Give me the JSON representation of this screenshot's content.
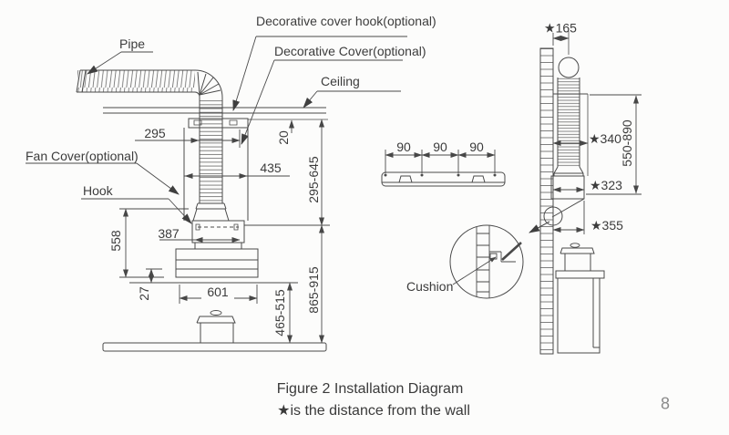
{
  "figure": {
    "caption_line1": "Figure 2 Installation Diagram",
    "caption_line2": "★is the distance from the wall",
    "page_number": "8"
  },
  "front_view": {
    "labels": {
      "pipe": "Pipe",
      "decorative_cover_hook": "Decorative cover hook(optional)",
      "decorative_cover": "Decorative Cover(optional)",
      "ceiling": "Ceiling",
      "fan_cover": "Fan Cover(optional)",
      "hook": "Hook"
    },
    "dimensions": {
      "pipe_to_cover_edge": "295",
      "ceiling_overlap": "20",
      "cover_width": "435",
      "ceiling_to_hook": "295-645",
      "hook_slot_width": "387",
      "hook_to_hood_bottom": "558",
      "hood_lip": "27",
      "hood_width": "601",
      "hood_to_counter": "465-515",
      "counter_to_hook": "865-915"
    }
  },
  "bracket_view": {
    "hole_spacing": [
      "90",
      "90",
      "90"
    ]
  },
  "side_view": {
    "labels": {
      "cushion": "Cushion"
    },
    "dimensions": {
      "wall_to_pipe_center": "★165",
      "wall_to_cover_front": "★340",
      "cover_top_to_hood_bottom": "550-890",
      "wall_to_hood_top_front": "★323",
      "wall_to_hood_bottom_front": "★355"
    }
  }
}
